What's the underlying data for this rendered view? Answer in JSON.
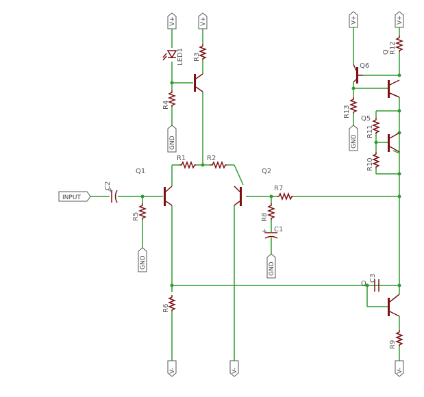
{
  "colors": {
    "wire": "#2f9a2f",
    "component": "#7a1010",
    "label": "#555555",
    "background": "#ffffff"
  },
  "ports": {
    "input": "INPUT",
    "vplus_1": "V+",
    "vplus_2": "V+",
    "vplus_3": "V+",
    "vplus_4": "V+",
    "gnd_1": "GND",
    "gnd_2": "GND",
    "gnd_3": "GND",
    "gnd_4": "GND",
    "vminus_1": "V-",
    "vminus_2": "V-",
    "vminus_3": "V-"
  },
  "labels": {
    "led1": "LED1",
    "r3": "R3",
    "r4": "R4",
    "r1": "R1",
    "r2": "R2",
    "q1": "Q1",
    "q2": "Q2",
    "c2": "C2",
    "r5": "R5",
    "r7": "R7",
    "r8": "R8",
    "c1": "C1",
    "r6": "R6",
    "q6": "Q6",
    "r12": "R12",
    "q_top": "Q",
    "r13": "R13",
    "q5": "Q5",
    "r11": "R11",
    "r10": "R10",
    "q_bottom": "Q",
    "c3": "C3",
    "r9": "R9"
  }
}
